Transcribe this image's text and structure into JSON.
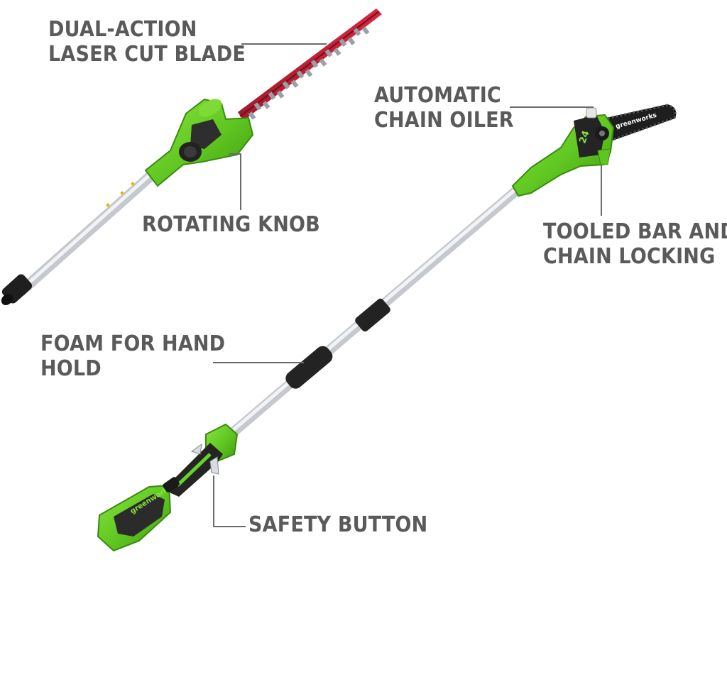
{
  "callouts": {
    "blade": {
      "line1": "DUAL-ACTION",
      "line2": "LASER CUT BLADE"
    },
    "knob": {
      "line1": "ROTATING KNOB"
    },
    "oiler": {
      "line1": "AUTOMATIC",
      "line2": "CHAIN OILER"
    },
    "tooled": {
      "line1": "TOOLED BAR AND",
      "line2": "CHAIN LOCKING"
    },
    "foam": {
      "line1": "FOAM FOR HAND",
      "line2": "HOLD"
    },
    "safety": {
      "line1": "SAFETY BUTTON"
    }
  },
  "brand": {
    "name": "greenworks",
    "voltage": "24"
  },
  "colors": {
    "tool_green": "#6ad12a",
    "tool_green_dark": "#3f9a12",
    "blade_red": "#c8203a",
    "pole_silver": "#d9dde2",
    "grip_black": "#232323",
    "label_gray": "#5a5a5a"
  }
}
